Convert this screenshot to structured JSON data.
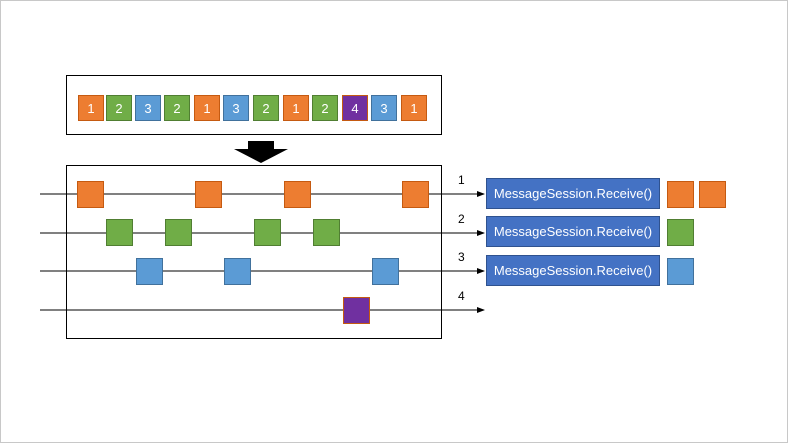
{
  "colors": {
    "orange": "#ed7d31",
    "green": "#70ad47",
    "blue": "#5b9bd5",
    "purple": "#7030a0",
    "receiver": "#4472c4"
  },
  "queue": [
    {
      "label": "1",
      "color": "orange"
    },
    {
      "label": "2",
      "color": "green"
    },
    {
      "label": "3",
      "color": "blue"
    },
    {
      "label": "2",
      "color": "green"
    },
    {
      "label": "1",
      "color": "orange"
    },
    {
      "label": "3",
      "color": "blue"
    },
    {
      "label": "2",
      "color": "green"
    },
    {
      "label": "1",
      "color": "orange"
    },
    {
      "label": "2",
      "color": "green"
    },
    {
      "label": "4",
      "color": "purple"
    },
    {
      "label": "3",
      "color": "blue"
    },
    {
      "label": "1",
      "color": "orange"
    }
  ],
  "lanes": [
    {
      "number": "1",
      "color": "orange",
      "receiver": "MessageSession.Receive()",
      "received_count": 2
    },
    {
      "number": "2",
      "color": "green",
      "receiver": "MessageSession.Receive()",
      "received_count": 1
    },
    {
      "number": "3",
      "color": "blue",
      "receiver": "MessageSession.Receive()",
      "received_count": 1
    },
    {
      "number": "4",
      "color": "purple",
      "receiver": "",
      "received_count": 0
    }
  ]
}
